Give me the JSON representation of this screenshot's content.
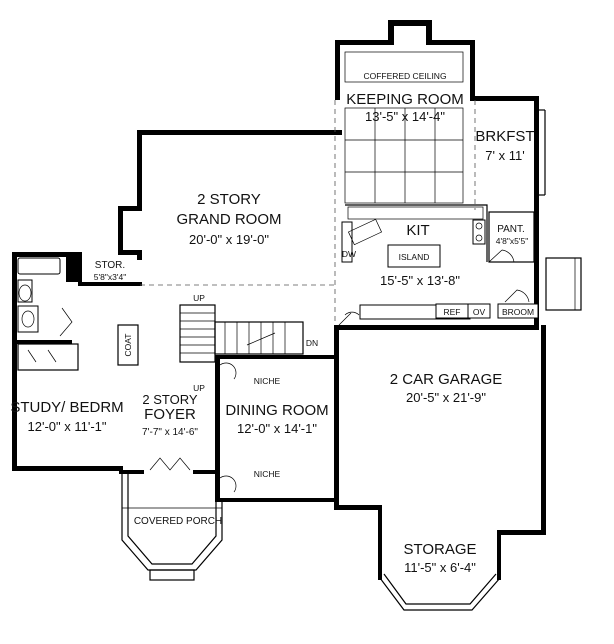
{
  "rooms": {
    "coffered": "COFFERED  CEILING",
    "keeping": {
      "name": "KEEPING ROOM",
      "dim": "13'-5\" x 14'-4\""
    },
    "brkfst": {
      "name": "BRKFST",
      "dim": "7' x 11'"
    },
    "grand": {
      "line1": "2 STORY",
      "line2": "GRAND ROOM",
      "dim": "20'-0\" x 19'-0\""
    },
    "kit": {
      "name": "KIT"
    },
    "island": "ISLAND",
    "kit_dim": "15'-5\" x 13'-8\"",
    "pant": {
      "name": "PANT.",
      "dim": "4'8\"x5'5\""
    },
    "stor": {
      "name": "STOR.",
      "dim": "5'8\"x3'4\""
    },
    "study": {
      "name": "STUDY/ BEDRM",
      "dim": "12'-0\" x 11'-1\""
    },
    "foyer": {
      "line1": "2 STORY",
      "line2": "FOYER",
      "dim": "7'-7\" x 14'-6\""
    },
    "dining": {
      "name": "DINING ROOM",
      "dim": "12'-0\" x 14'-1\""
    },
    "garage": {
      "name": "2 CAR GARAGE",
      "dim": "20'-5\" x 21'-9\""
    },
    "storage": {
      "name": "STORAGE",
      "dim": "11'-5\" x 6'-4\""
    },
    "porch": "COVERED PORCH"
  },
  "fixtures": {
    "dw": "DW",
    "ref": "REF",
    "ov": "OV",
    "broom": "BROOM",
    "coat": "COAT",
    "niche_top": "NICHE",
    "niche_bottom": "NICHE",
    "up_top": "UP",
    "up_bottom": "UP",
    "dn": "DN"
  }
}
